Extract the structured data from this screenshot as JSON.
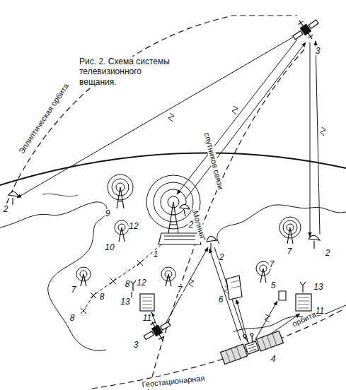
{
  "diagram": {
    "title": "Рис. 2. Схема системы телевизионного вещания.",
    "labels": [
      "Эллиптическая орбита",
      "спутников связи",
      "„Молния“",
      "3",
      "2",
      "9",
      "12",
      "2",
      "10",
      "1",
      "2",
      "7",
      "2",
      "7",
      "8",
      "8",
      "8",
      "12",
      "7",
      "13",
      "11",
      "7",
      "6",
      "5",
      "13",
      "11",
      "3",
      "4",
      "Геостационарная",
      "орбита"
    ]
  }
}
